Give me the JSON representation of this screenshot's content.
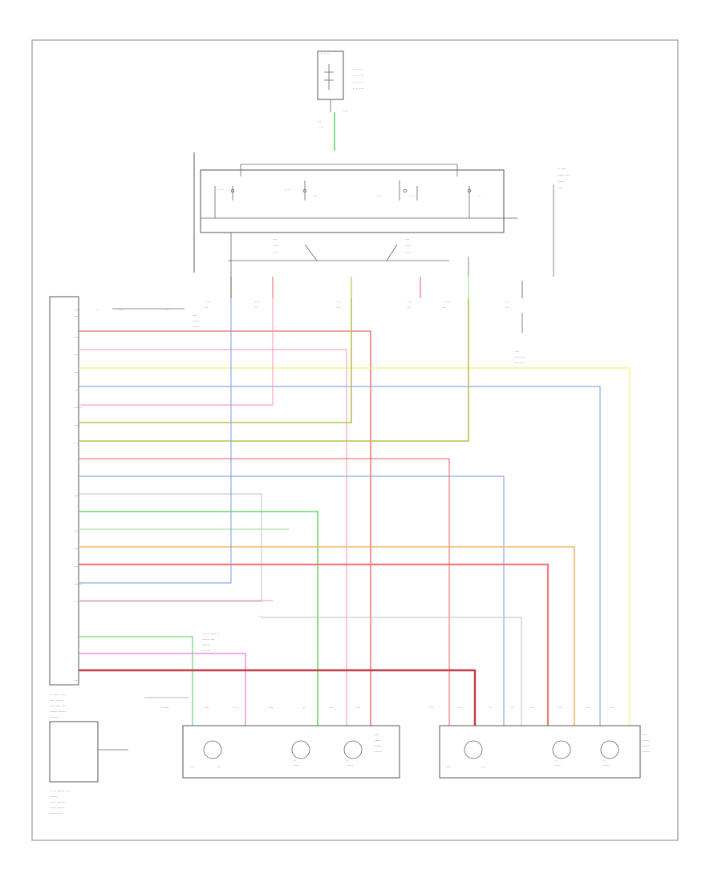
{
  "diagram": {
    "footer_text": "",
    "wire_colors": {
      "red": "#f37b7b",
      "pink": "#f7a6c4",
      "yellow": "#f6f07a",
      "blue": "#8ea9ef",
      "olive": "#b9c24a",
      "green": "#6bd66b",
      "orange": "#f7b36b",
      "dark_red": "#c23b48",
      "magenta": "#e27be0",
      "light_green": "#a7e59a",
      "gray": "#bdbdbd"
    },
    "wires": [
      {
        "color": "red"
      },
      {
        "color": "pink"
      },
      {
        "color": "yellow"
      },
      {
        "color": "blue"
      },
      {
        "color": "pink"
      },
      {
        "color": "olive"
      },
      {
        "color": "olive"
      },
      {
        "color": "red"
      },
      {
        "color": "blue"
      },
      {
        "color": "gray"
      },
      {
        "color": "green"
      },
      {
        "color": "light_green"
      },
      {
        "color": "orange"
      },
      {
        "color": "red"
      },
      {
        "color": "blue"
      },
      {
        "color": "pink"
      },
      {
        "color": "green"
      },
      {
        "color": "magenta"
      },
      {
        "color": "dark_red"
      }
    ]
  }
}
